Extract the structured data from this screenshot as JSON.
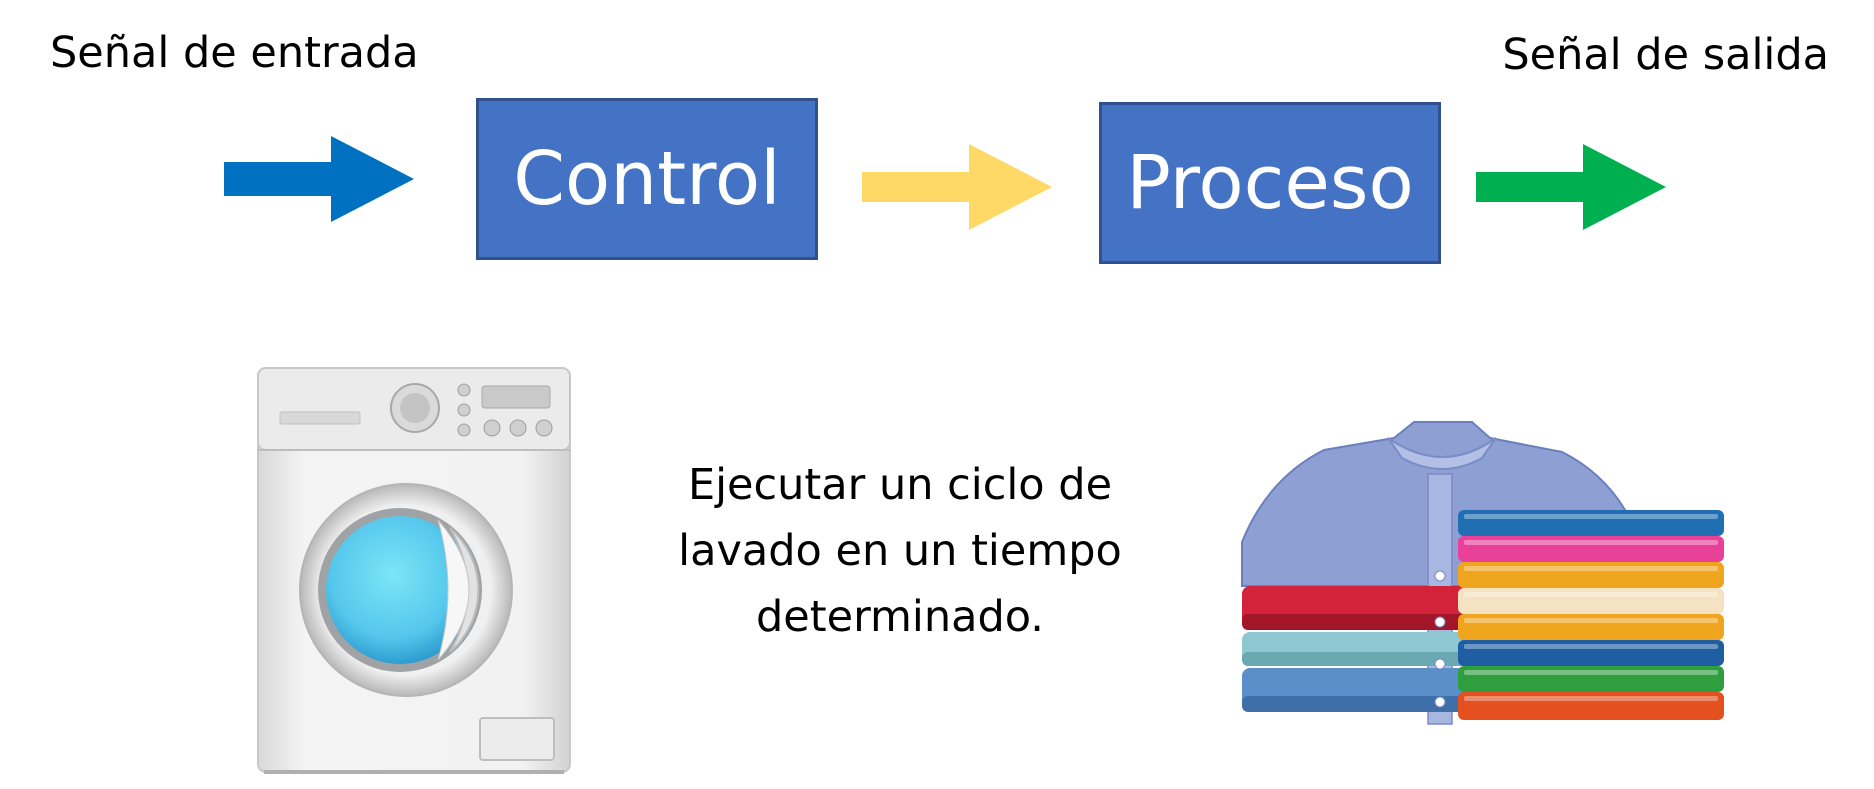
{
  "labels": {
    "input_signal": "Señal de entrada",
    "output_signal": "Señal de salida"
  },
  "blocks": {
    "control": "Control",
    "process": "Proceso"
  },
  "description": {
    "lines": [
      "Ejecutar un ciclo de",
      "lavado en un tiempo",
      "determinado."
    ]
  },
  "icons": {
    "washer": "washing-machine-icon",
    "clothes": "folded-clothes-stack-icon"
  },
  "colors": {
    "block_fill": "#4472c4",
    "block_border": "#2f528f",
    "arrow_input": "#0070c0",
    "arrow_mid": "#ffd966",
    "arrow_output": "#00b050"
  }
}
